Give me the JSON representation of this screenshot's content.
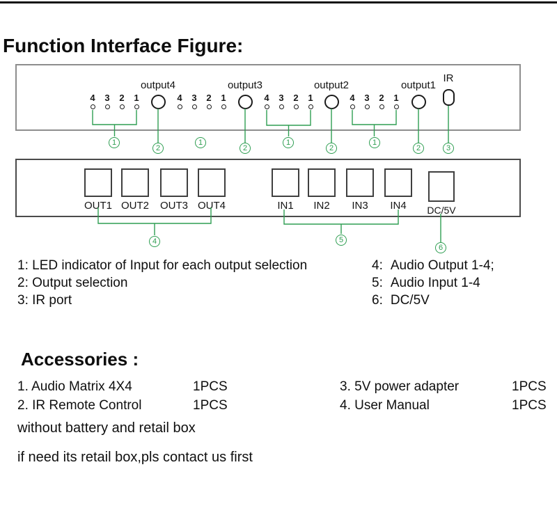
{
  "title": "Function Interface Figure:",
  "front_panel": {
    "led_numbers": [
      "4",
      "3",
      "2",
      "1"
    ],
    "outputs": [
      "output4",
      "output3",
      "output2",
      "output1"
    ],
    "ir_label": "IR"
  },
  "rear_panel": {
    "out_ports": [
      "OUT1",
      "OUT2",
      "OUT3",
      "OUT4"
    ],
    "in_ports": [
      "IN1",
      "IN2",
      "IN3",
      "IN4"
    ],
    "power_label": "DC/5V"
  },
  "callouts": {
    "front": [
      "1",
      "2",
      "1",
      "2",
      "1",
      "2",
      "1",
      "2",
      "3"
    ],
    "rear": [
      "4",
      "5",
      "6"
    ]
  },
  "legend": {
    "left": [
      "1: LED indicator of Input for each output selection",
      "2: Output selection",
      "3: IR port"
    ],
    "right": [
      {
        "n": "4:",
        "text": "Audio Output 1-4;"
      },
      {
        "n": "5:",
        "text": "Audio Input 1-4"
      },
      {
        "n": "6:",
        "text": "DC/5V"
      }
    ]
  },
  "accessories": {
    "heading": "Accessories :",
    "items": [
      {
        "name": "1. Audio Matrix 4X4",
        "qty": "1PCS"
      },
      {
        "name": "2. IR Remote Control",
        "qty": "1PCS"
      },
      {
        "name": "3. 5V power adapter",
        "qty": "1PCS"
      },
      {
        "name": "4. User Manual",
        "qty": "1PCS"
      }
    ],
    "notes": [
      "without battery and retail box",
      "if need its retail box,pls contact us first"
    ]
  },
  "colors": {
    "accent_green": "#2f9e52",
    "front_panel_border": "#8d8d8d",
    "rear_panel_border": "#4a4a4a"
  }
}
